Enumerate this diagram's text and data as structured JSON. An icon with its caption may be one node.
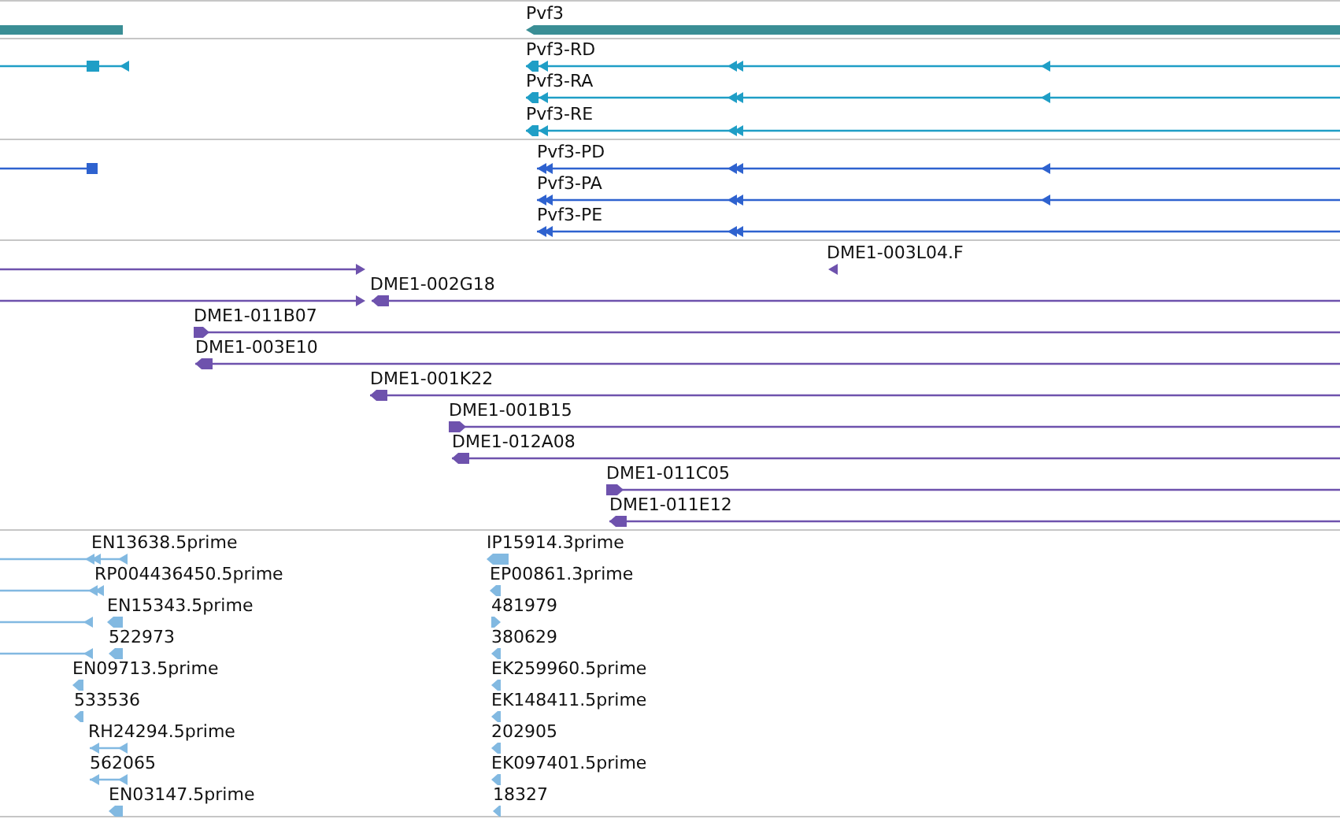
{
  "diagram": {
    "labels": [
      "Pvf3",
      "Pvf3-RD",
      "Pvf3-RA",
      "Pvf3-RE",
      "Pvf3-PD",
      "Pvf3-PA",
      "Pvf3-PE",
      "DME1-003L04.F",
      "DME1-002G18",
      "DME1-011B07",
      "DME1-003E10",
      "DME1-001K22",
      "DME1-001B15",
      "DME1-012A08",
      "DME1-011C05",
      "DME1-011E12",
      "EN13638.5prime",
      "IP15914.3prime",
      "RP004436450.5prime",
      "EP00861.3prime",
      "EN15343.5prime",
      "481979",
      "522973",
      "380629",
      "EN09713.5prime",
      "EK259960.5prime",
      "533536",
      "EK148411.5prime",
      "RH24294.5prime",
      "202905",
      "562065",
      "EK097401.5prime",
      "EN03147.5prime",
      "18327"
    ]
  }
}
